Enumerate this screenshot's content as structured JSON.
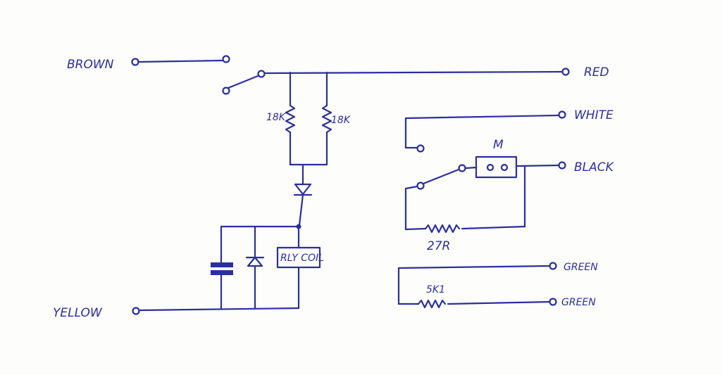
{
  "terminals": {
    "brown": "BROWN",
    "red": "RED",
    "white": "WHITE",
    "black": "BLACK",
    "yellow": "YELLOW",
    "green_1": "GREEN",
    "green_2": "GREEN"
  },
  "components": {
    "resistor_left": "18K",
    "resistor_right": "18K",
    "relay_coil": "RLY COIL",
    "motor": "M",
    "resistor_27r": "27R",
    "resistor_5k1": "5K1"
  },
  "colors": {
    "ink": "#2a2f9e",
    "paper": "#fdfdfb"
  }
}
